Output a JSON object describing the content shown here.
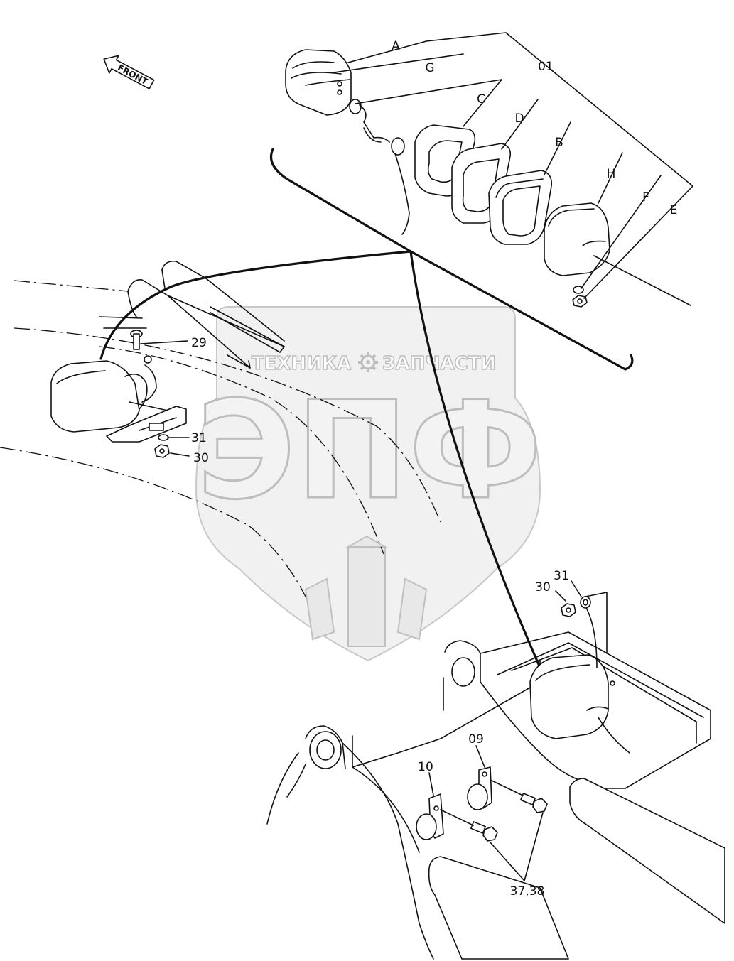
{
  "orientation_label": "FRONT",
  "watermark": {
    "line1_left": "ТЕХНИКА",
    "line1_right": "ЗАПЧАСТИ",
    "line2": "ЭПФ",
    "gear_icon": "gear-icon"
  },
  "callouts": {
    "A": "A",
    "G": "G",
    "C": "C",
    "D": "D",
    "B": "B",
    "H": "H",
    "F": "F",
    "E": "E",
    "p01": "01",
    "p29": "29",
    "p31_left": "31",
    "p30_left": "30",
    "p30_right": "30",
    "p31_right": "31",
    "p09": "09",
    "p10": "10",
    "p37_38": "37,38"
  }
}
